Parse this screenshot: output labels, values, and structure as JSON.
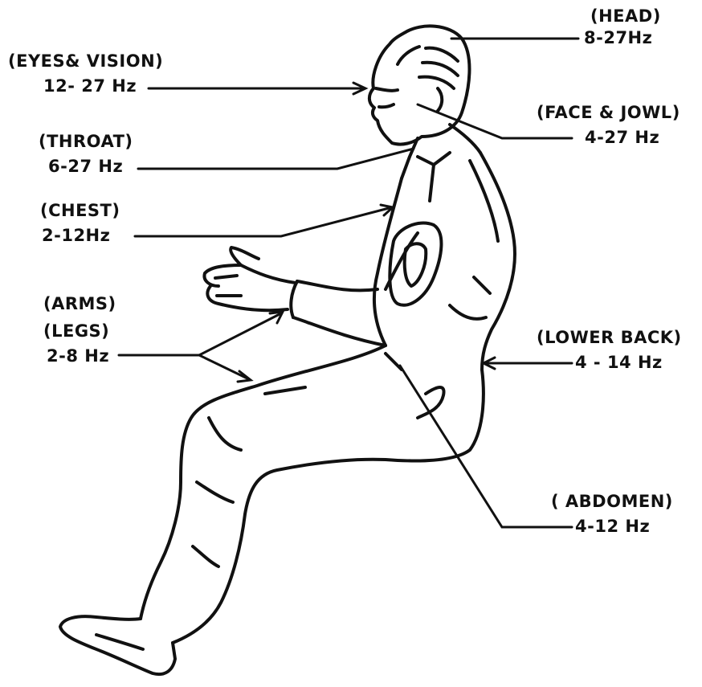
{
  "labels": {
    "head": {
      "name": "(HEAD)",
      "range": "8-27Hz"
    },
    "eyes": {
      "name": "(EYES& VISION)",
      "range": "12- 27 Hz"
    },
    "face": {
      "name": "(FACE & JOWL)",
      "range": "4-27 Hz"
    },
    "throat": {
      "name": "(THROAT)",
      "range": "6-27 Hz"
    },
    "chest": {
      "name": "(CHEST)",
      "range": "2-12Hz"
    },
    "arms": {
      "name": "(ARMS)"
    },
    "legs": {
      "name": "(LEGS)",
      "range": "2-8 Hz"
    },
    "lower_back": {
      "name": "(LOWER BACK)",
      "range": "4 - 14 Hz"
    },
    "abdomen": {
      "name": "( ABDOMEN)",
      "range": "4-12 Hz"
    }
  },
  "colors": {
    "ink": "#111111",
    "background": "#ffffff"
  }
}
